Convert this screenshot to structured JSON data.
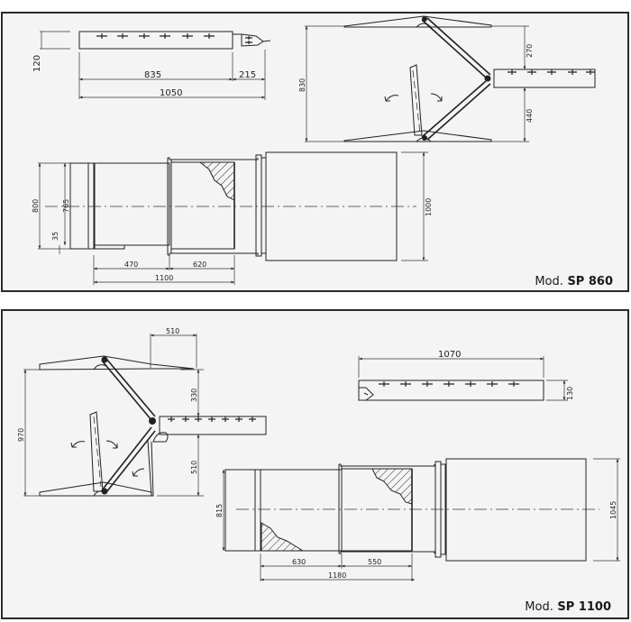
{
  "panels": [
    {
      "model_prefix": "Mod.",
      "model_name": "SP 860",
      "dimensions": {
        "bar_height": "120",
        "bar_main_length": "835",
        "bar_end_length": "215",
        "bar_total_length": "1050",
        "arm_span": "830",
        "upper_offset": "270",
        "lower_offset": "440",
        "outer_width": "800",
        "inner_width": "765",
        "lip": "35",
        "track_width": "1000",
        "section_a": "470",
        "section_b": "620",
        "section_total": "1100"
      }
    },
    {
      "model_prefix": "Mod.",
      "model_name": "SP 1100",
      "dimensions": {
        "bar_offset_top": "510",
        "upper_offset": "330",
        "lower_offset": "510",
        "arm_span": "970",
        "bar_total_length": "1070",
        "bar_height": "130",
        "inner_width": "815",
        "track_width": "1045",
        "section_a": "630",
        "section_b": "550",
        "section_total": "1180"
      }
    }
  ]
}
